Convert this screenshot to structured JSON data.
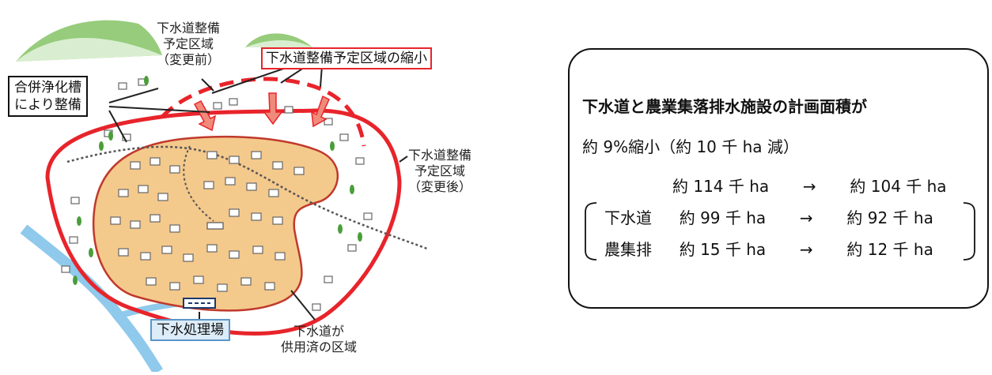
{
  "diagram": {
    "label_before": [
      "下水道整備",
      "予定区域",
      "（変更前）"
    ],
    "label_shrink": "下水道整備予定区域の縮小",
    "label_septic": [
      "合併浄化槽",
      "により整備"
    ],
    "label_after": [
      "下水道整備",
      "予定区域",
      "（変更後）"
    ],
    "label_plant": "下水処理場",
    "label_served": [
      "下水道が",
      "供用済の区域"
    ],
    "colors": {
      "boundary_red": "#e8242b",
      "served_fill": "#f4c98c",
      "river_blue": "#8fc9ec",
      "hill_green": "#7cbf5a",
      "plant_box": "#dcecf8"
    }
  },
  "summary": {
    "headline_line1": "下水道と農業集落排水施設の計画面積が",
    "headline_line2": "約 9%縮小（約 10 千 ha 減）",
    "total": {
      "before": "約 114 千 ha",
      "arrow": "→",
      "after": "約 104 千 ha"
    },
    "rows": [
      {
        "name": "下水道",
        "before": "約 99 千 ha",
        "arrow": "→",
        "after": "約 92 千 ha"
      },
      {
        "name": "農集排",
        "before": "約 15 千 ha",
        "arrow": "→",
        "after": "約 12 千 ha"
      }
    ]
  }
}
